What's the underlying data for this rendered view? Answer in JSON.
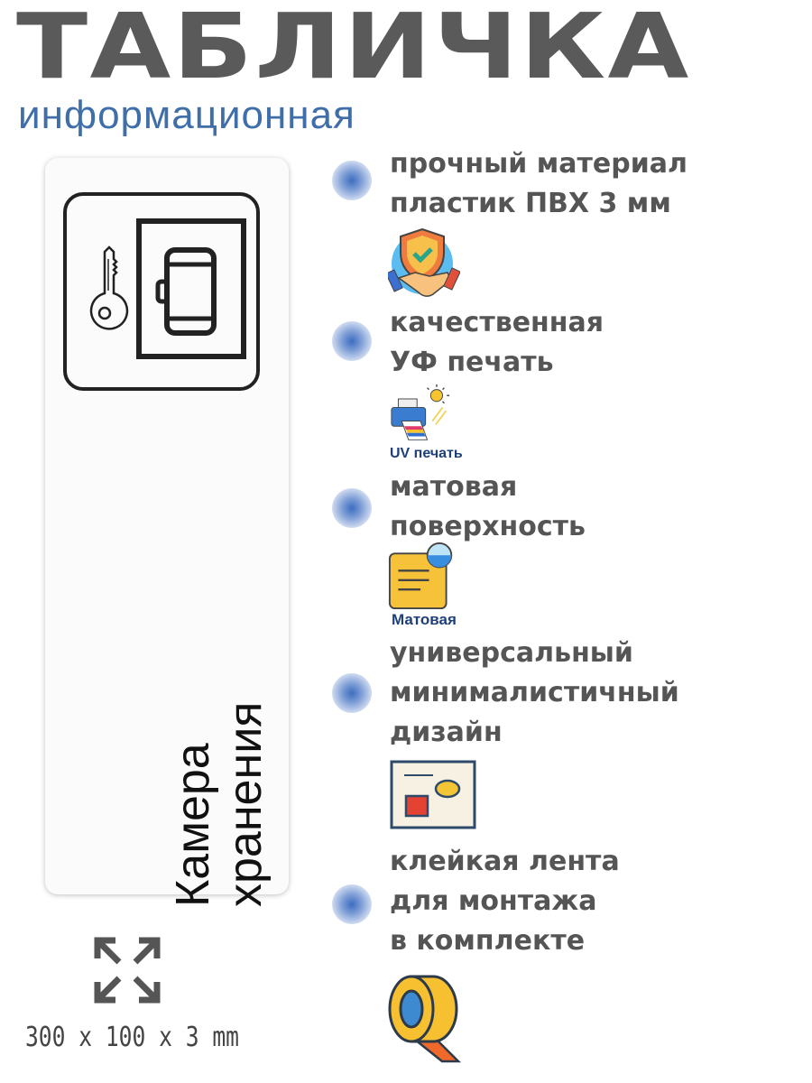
{
  "header": {
    "title": "ТАБЛИЧКА",
    "subtitle": "информационная"
  },
  "plate": {
    "pictogram": "key-and-luggage-locker-icon",
    "text_lines": [
      "Камера",
      "хранения"
    ]
  },
  "features": [
    {
      "lines": [
        "прочный материал",
        "пластик ПВХ 3 мм"
      ],
      "icon": "shield-handshake-icon"
    },
    {
      "lines": [
        "качественная",
        "УФ печать"
      ],
      "icon": "uv-printer-icon",
      "icon_label": "UV печать"
    },
    {
      "lines": [
        "матовая",
        "поверхность"
      ],
      "icon": "matte-plate-icon",
      "icon_label": "Матовая"
    },
    {
      "lines": [
        "универсальный",
        "минималистичный",
        "дизайн"
      ],
      "icon": "design-card-icon"
    },
    {
      "lines": [
        "клейкая лента",
        "для монтажа",
        "в комплекте"
      ],
      "icon": "tape-roll-icon"
    }
  ],
  "dimensions": {
    "icon": "expand-arrows-icon",
    "text": "300 x 100 x 3 mm"
  },
  "colors": {
    "title": "#5a5a5a",
    "subtitle": "#3f6ea9",
    "feature_text": "#555555",
    "bullet": "#3d6cc0"
  }
}
